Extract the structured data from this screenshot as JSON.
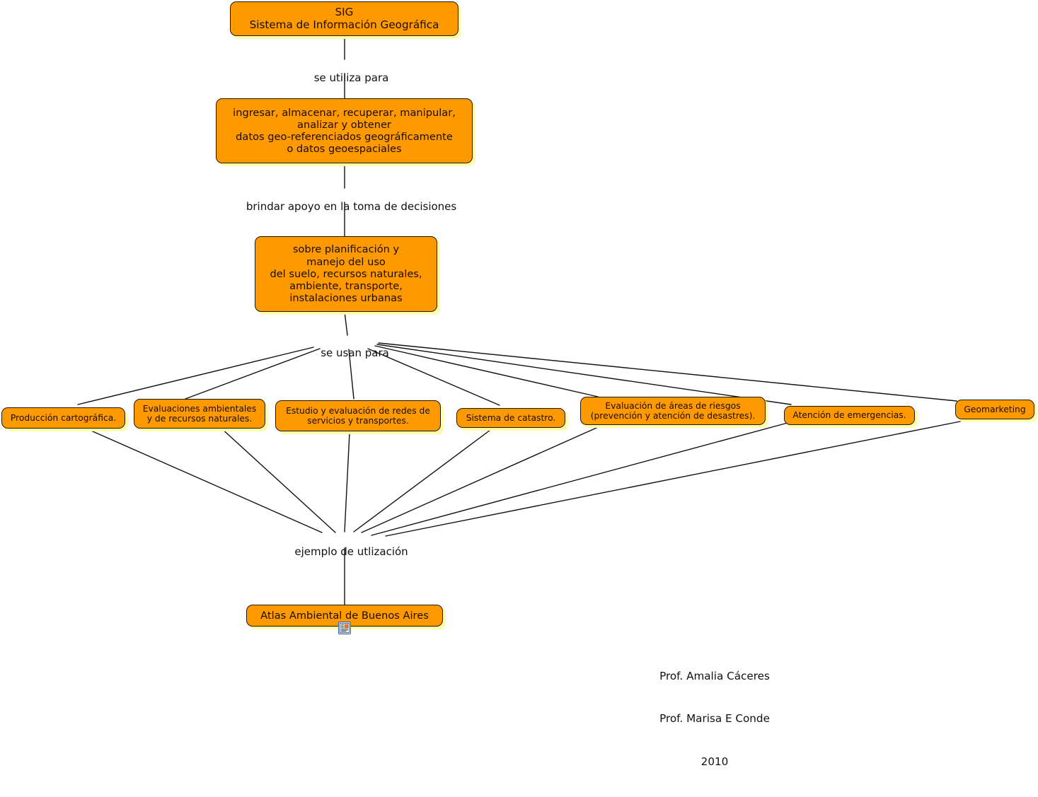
{
  "diagram": {
    "title": "Mapa conceptual SIG",
    "colors": {
      "node_fill": "#FF9900",
      "node_border": "#1a1a1a",
      "node_shadow": "#FFFFAA",
      "link_stroke": "#111111",
      "text": "#1a0d00",
      "background": "#FFFFFF"
    },
    "nodes": [
      {
        "id": "sig",
        "text": "SIG\nSistema de Información Geográfica"
      },
      {
        "id": "ingresar",
        "text": "ingresar, almacenar, recuperar, manipular,\nanalizar y obtener\ndatos geo-referenciados geográficamente\no datos geoespaciales"
      },
      {
        "id": "planif",
        "text": "sobre planificación y\nmanejo del uso\ndel suelo, recursos naturales,\nambiente, transporte,\ninstalaciones urbanas"
      },
      {
        "id": "cartografia",
        "text": "Producción cartográfica."
      },
      {
        "id": "evalamb",
        "text": "Evaluaciones ambientales\ny de recursos naturales."
      },
      {
        "id": "redes",
        "text": "Estudio y evaluación de redes de\nservicios y transportes."
      },
      {
        "id": "catastro",
        "text": "Sistema de catastro."
      },
      {
        "id": "riesgos",
        "text": "Evaluación de áreas de riesgos\n(prevención y atención de desastres)."
      },
      {
        "id": "emergencias",
        "text": "Atención de emergencias."
      },
      {
        "id": "geomarketing",
        "text": "Geomarketing"
      },
      {
        "id": "atlas",
        "text": "Atlas Ambiental de Buenos Aires"
      }
    ],
    "link_labels": [
      {
        "id": "lbl1",
        "text": "se utiliza para"
      },
      {
        "id": "lbl2",
        "text": "brindar apoyo en la toma de decisiones"
      },
      {
        "id": "lbl3",
        "text": "se usan para"
      },
      {
        "id": "lbl4",
        "text": "ejemplo de utlización"
      }
    ],
    "icons": [
      {
        "id": "atlas-resource",
        "name": "document-resource-icon"
      }
    ],
    "credits": {
      "line1": "Prof. Amalia Cáceres",
      "line2": "Prof. Marisa E Conde",
      "line3": "2010"
    }
  }
}
